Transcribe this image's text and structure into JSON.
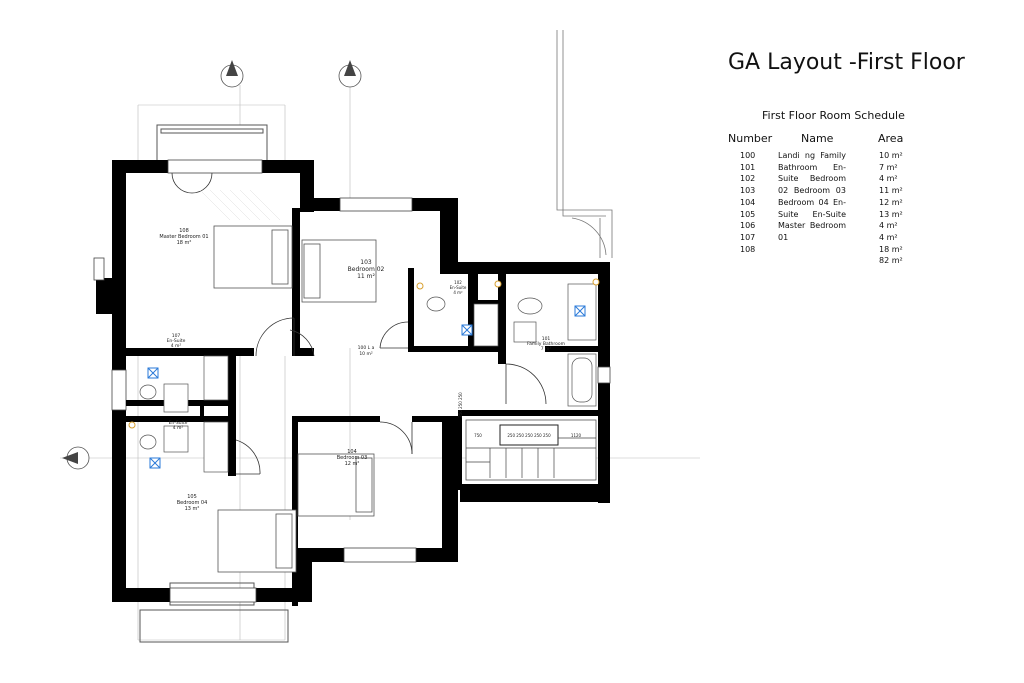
{
  "drawing": {
    "title": "GA Layout -First Floor"
  },
  "schedule": {
    "title": "First Floor Room Schedule",
    "headers": {
      "number": "Number",
      "name": "Name",
      "area": "Area"
    },
    "numbers": [
      "100",
      "101",
      "102",
      "103",
      "104",
      "105",
      "106",
      "107",
      "108"
    ],
    "names_text": "Landi ng Family Bathroom En-Suite Bedroom 02 Bedroom 03 Bedroom 04 En-Suite En-Suite Master Bedroom 01",
    "areas": [
      "10 m²",
      "7 m²",
      "4 m²",
      "11 m²",
      "12 m²",
      "13 m²",
      "4 m²",
      "4 m²",
      "18 m²",
      "82 m²"
    ]
  },
  "rooms": {
    "r108": {
      "number": "108",
      "name": "Master Bedroom 01",
      "area": "18 m²"
    },
    "r103": {
      "number": "103",
      "name": "Bedroom 02",
      "area": "11 m²"
    },
    "r102": {
      "number": "102",
      "name": "En-Suite",
      "area": "4 m²"
    },
    "r101": {
      "number": "101",
      "name": "Family Bathroom",
      "area": "7 m²"
    },
    "r107": {
      "number": "107",
      "name": "En-Suite",
      "area": "4 m²"
    },
    "r100": {
      "number": "100 L a",
      "area": "10 m²"
    },
    "r106": {
      "name": "En-Suite",
      "area": "4 m²"
    },
    "r104": {
      "number": "104",
      "name": "Bedroom 03",
      "area": "12 m²"
    },
    "r105": {
      "number": "105",
      "name": "Bedroom 04",
      "area": "13 m²"
    }
  },
  "stair": {
    "dims": "250 250 250 250 250",
    "dim_left": "750",
    "dim_right": "1120",
    "dim_vertical": "250 250 250"
  }
}
